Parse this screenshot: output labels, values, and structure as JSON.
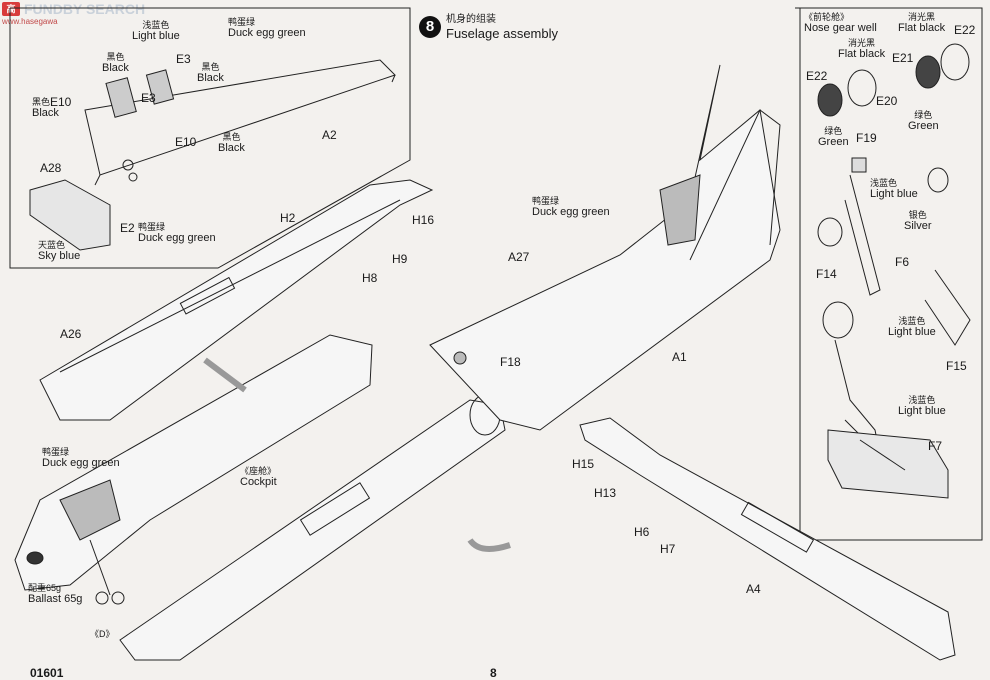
{
  "watermark": {
    "logo_text": "高",
    "site": "FUNDBY SEARCH",
    "sub": "www.hasegawa"
  },
  "step": {
    "number": "8",
    "title_cn": "机身的组装",
    "title_en": "Fuselage assembly"
  },
  "footer": {
    "left": "01601",
    "page": "8"
  },
  "inset_left": {
    "light_blue_cn": "浅蓝色",
    "light_blue_en": "Light blue",
    "duck_egg_cn": "鸭蛋绿",
    "duck_egg_en": "Duck egg green",
    "black1_cn": "黑色",
    "black1_en": "Black",
    "black2_cn": "黑色",
    "black2_en": "Black",
    "black3_cn": "黑色",
    "black3_en": "Black",
    "black4_cn": "黑色",
    "black4_en": "Black",
    "sky_blue_cn": "天蓝色",
    "sky_blue_en": "Sky blue",
    "duck_egg2_cn": "鸭蛋绿",
    "duck_egg2_en": "Duck egg green",
    "parts": {
      "e3a": "E3",
      "e3b": "E3",
      "e10a": "E10",
      "e10b": "E10",
      "a2": "A2",
      "a28": "A28",
      "e2": "E2"
    }
  },
  "main": {
    "duck_egg_tail_cn": "鸭蛋绿",
    "duck_egg_tail_en": "Duck egg green",
    "duck_egg_nose_cn": "鸭蛋绿",
    "duck_egg_nose_en": "Duck egg green",
    "cockpit_cn": "《座舱》",
    "cockpit_en": "Cockpit",
    "ballast_cn": "配重65g",
    "ballast_en": "Ballast 65g",
    "d_label": "《D》",
    "parts": {
      "h2": "H2",
      "h16": "H16",
      "h9": "H9",
      "h8": "H8",
      "a27": "A27",
      "a26": "A26",
      "f18": "F18",
      "a1": "A1",
      "h15": "H15",
      "h13": "H13",
      "h6": "H6",
      "h7": "H7",
      "a4": "A4"
    }
  },
  "inset_right": {
    "nose_gear_cn": "《前轮舱》",
    "nose_gear_en": "Nose gear well",
    "flat_black1_cn": "消光黑",
    "flat_black1_en": "Flat black",
    "flat_black2_cn": "消光黑",
    "flat_black2_en": "Flat black",
    "green1_cn": "绿色",
    "green1_en": "Green",
    "green2_cn": "绿色",
    "green2_en": "Green",
    "light_blue1_cn": "浅蓝色",
    "light_blue1_en": "Light blue",
    "silver_cn": "银色",
    "silver_en": "Silver",
    "light_blue2_cn": "浅蓝色",
    "light_blue2_en": "Light blue",
    "light_blue3_cn": "浅蓝色",
    "light_blue3_en": "Light blue",
    "parts": {
      "e22a": "E22",
      "e22b": "E22",
      "e21": "E21",
      "e20": "E20",
      "f19": "F19",
      "f14": "F14",
      "f6": "F6",
      "f15": "F15",
      "f7": "F7"
    }
  }
}
